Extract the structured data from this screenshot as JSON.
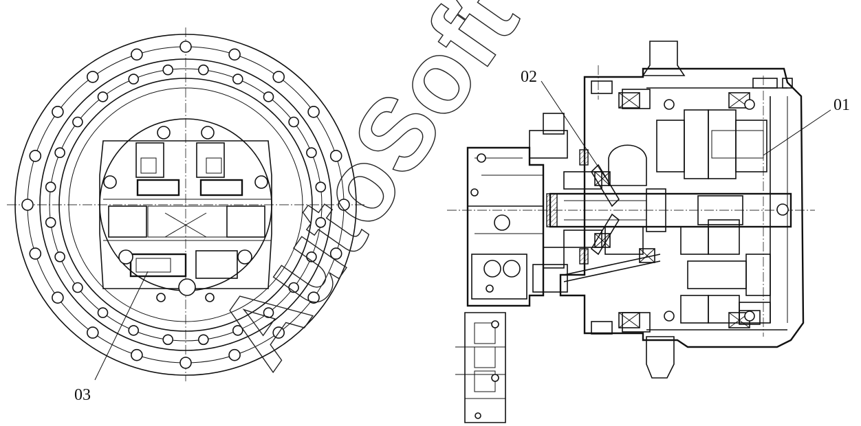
{
  "labels": {
    "part_01": "01",
    "part_02": "02",
    "part_03": "03"
  },
  "watermark": "AutoSoft",
  "colors": {
    "line": "#111111",
    "background": "#ffffff"
  }
}
